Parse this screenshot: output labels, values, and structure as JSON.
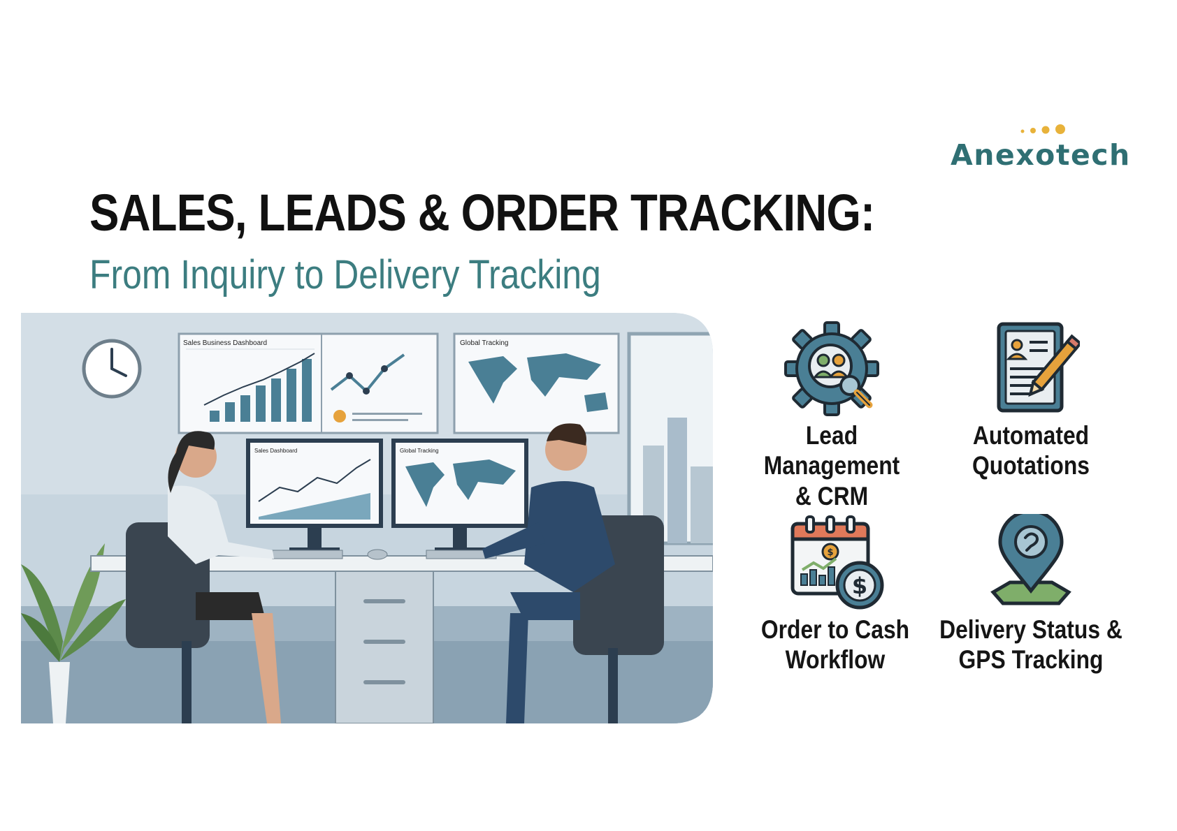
{
  "brand": {
    "name": "Anexotech",
    "text_color": "#2f6f73",
    "dot_color": "#e8b23a"
  },
  "header": {
    "title": "SALES, LEADS & ORDER TRACKING:",
    "subtitle": "From Inquiry to Delivery Tracking"
  },
  "illustration": {
    "wall_screens": [
      {
        "title": "Sales Business Dashboard"
      },
      {
        "title": "Global Tracking"
      }
    ],
    "desk_monitors": [
      {
        "title": "Sales Dashboard"
      },
      {
        "title": "Global Tracking"
      }
    ]
  },
  "features": [
    {
      "label": "Lead Management\n& CRM",
      "icon": "gear-crm-icon"
    },
    {
      "label": "Automated\nQuotations",
      "icon": "quotation-document-icon"
    },
    {
      "label": "Order to Cash\nWorkflow",
      "icon": "calendar-cash-icon"
    },
    {
      "label": "Delivery Status &\nGPS Tracking",
      "icon": "location-pin-icon"
    }
  ],
  "colors": {
    "title": "#111111",
    "subtitle": "#3c7d80",
    "icon_teal": "#4a7f95",
    "icon_dark": "#2c3e50",
    "icon_orange": "#e6a23c",
    "icon_green": "#7fae6a"
  }
}
